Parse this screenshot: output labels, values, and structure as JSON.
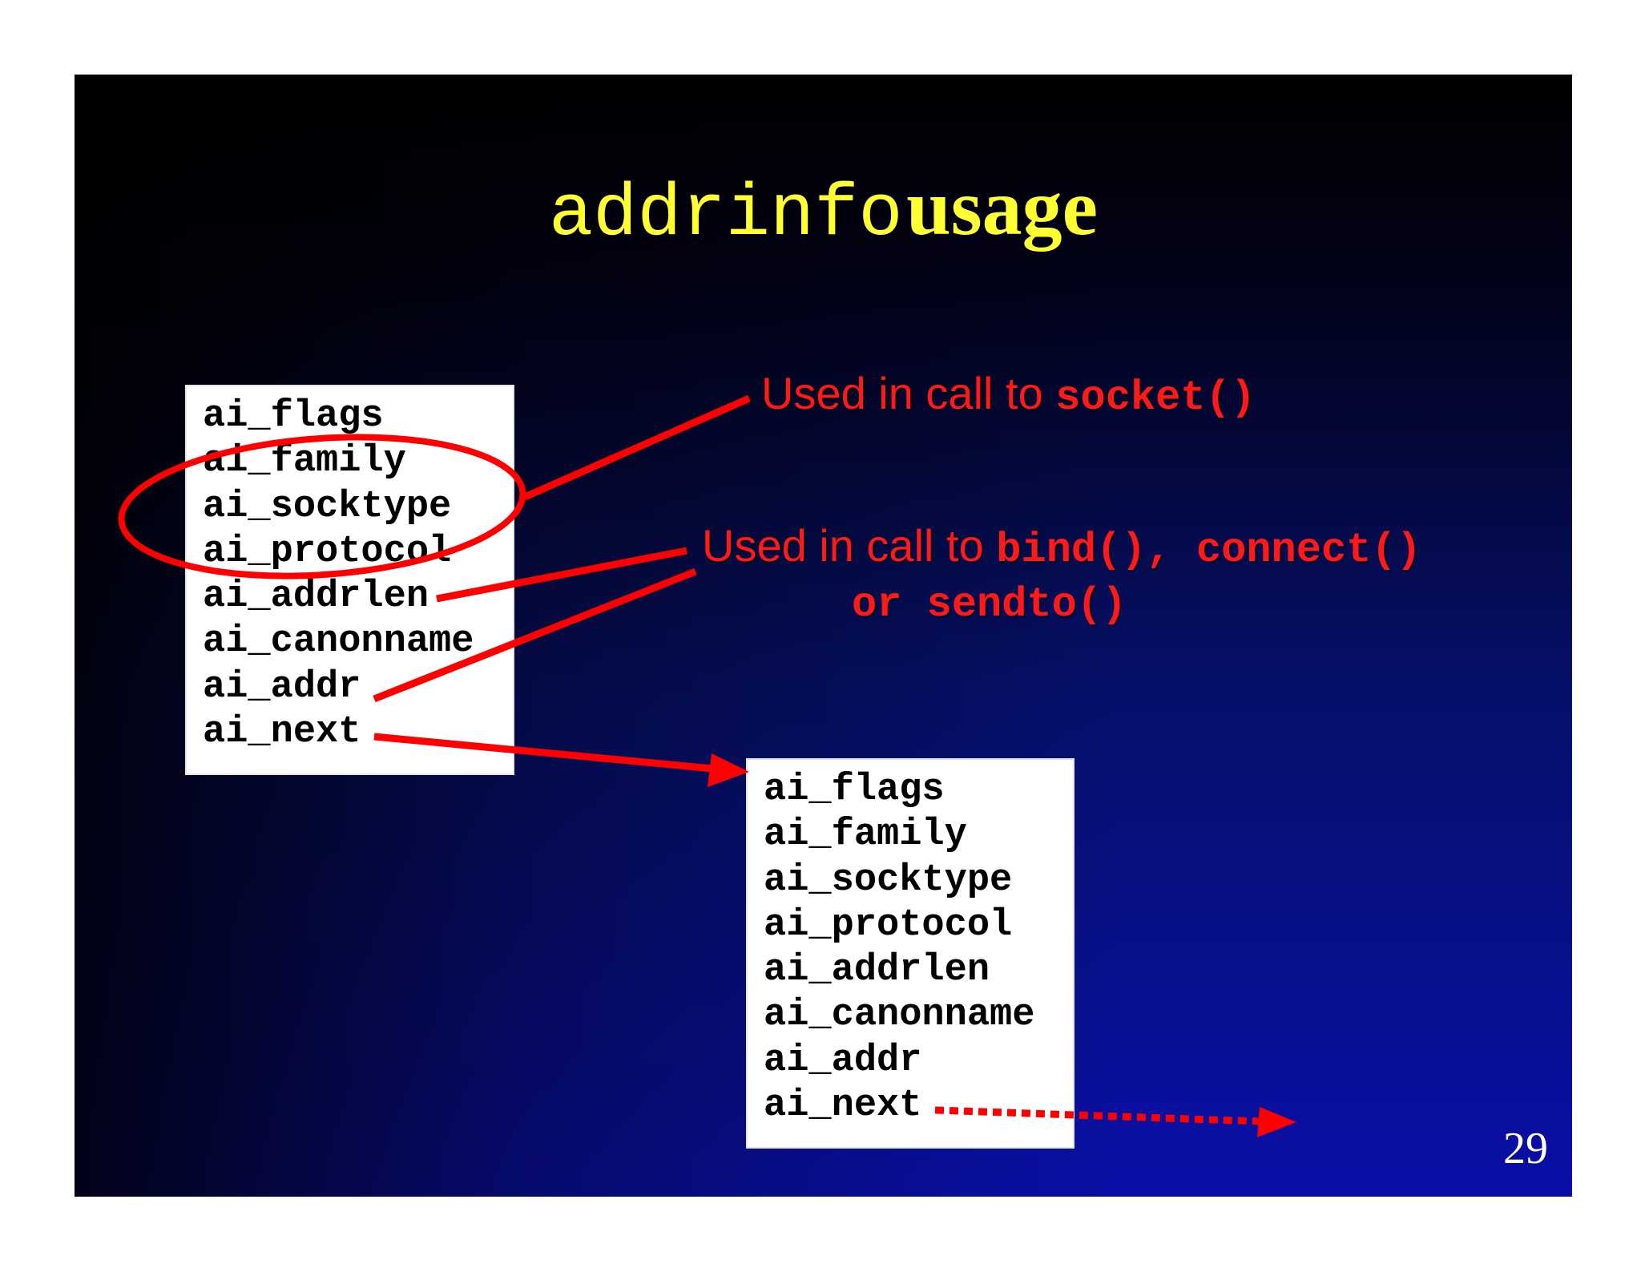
{
  "title": {
    "code": "addrinfo",
    "text": "usage"
  },
  "struct_fields": [
    "ai_flags",
    "ai_family",
    "ai_socktype",
    "ai_protocol",
    "ai_addrlen",
    "ai_canonname",
    "ai_addr",
    "ai_next"
  ],
  "notes": {
    "socket": {
      "prefix": "Used in call to ",
      "code": "socket()"
    },
    "bind": {
      "prefix": "Used in call to ",
      "code": "bind(), connect()"
    },
    "bind_cont": {
      "code": "or sendto()"
    }
  },
  "page_number": "29",
  "colors": {
    "annotation": "#ff0000",
    "title": "#ffff33"
  }
}
